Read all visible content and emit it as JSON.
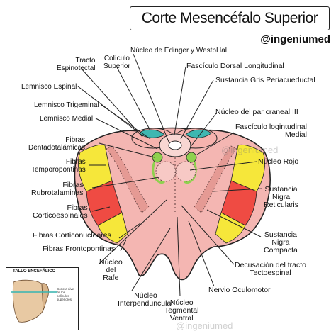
{
  "title": "Corte Mesencéfalo Superior",
  "handle": "@ingeniumed",
  "watermarks": [
    "@ingeniumed",
    "@ingeniumed"
  ],
  "labels": {
    "tracto_espinotectal": "Tracto\nEspinotectal",
    "coliculo_superior": "Colículo\nSuperior",
    "nucleo_edinger": "Núcleo de Edinger y WestpHal",
    "fasciculo_dorsal": "Fascículo Dorsal Longitudinal",
    "sustancia_gris": "Sustancia  Gris Periacueductal",
    "lemnisco_espinal": "Lemnisco Espinal",
    "lemnisco_trigeminal": "Lemnisco Trigeminal",
    "lemnisco_medial": "Lemnisco Medial",
    "nucleo_par_craneal": "Núcleo del par craneal III",
    "fibras_dentadotalamicas": "Fibras\nDentadotalámicas",
    "fasciculo_longitudinal_medial": "Fascículo logintudinal\nMedial",
    "fibras_temporopontinas": "Fibras\nTemporopontinas",
    "nucleo_rojo": "Núcleo Rojo",
    "fibras_rubrotalaminas": "Fibras\nRubrotalaminas",
    "sustancia_nigra_reticularis": "Sustancia\nNigra\nReticularis",
    "fibras_corticoespinales": "Fibras\nCorticoespinales",
    "fibras_corticonucleares": "Fibras Corticonucleares",
    "sustancia_nigra_compacta": "Sustancia\nNigra\nCompacta",
    "fibras_frontopontinas": "Fibras Frontopontinas",
    "nucleo_rafe": "Núcleo\ndel\nRafe",
    "decusacion": "Decusación del tracto\nTectoespinal",
    "nucleo_interpenduncular": "Núcleo\nInterpenduncular",
    "nucleo_tegmental": "Núcleo\nTegmental\nVentral",
    "nervio_oculomotor": "Nervio Oculomotor"
  },
  "inset": {
    "title": "TALLO ENCEFÁLICO",
    "note": "Corte a nivel de los colículos superiores"
  },
  "colors": {
    "pink": "#f4b6b2",
    "red": "#ef4b43",
    "yellow": "#f6e73a",
    "teal": "#3fb7b1",
    "green": "#8fd14f",
    "dots": "#5a3b3b"
  }
}
